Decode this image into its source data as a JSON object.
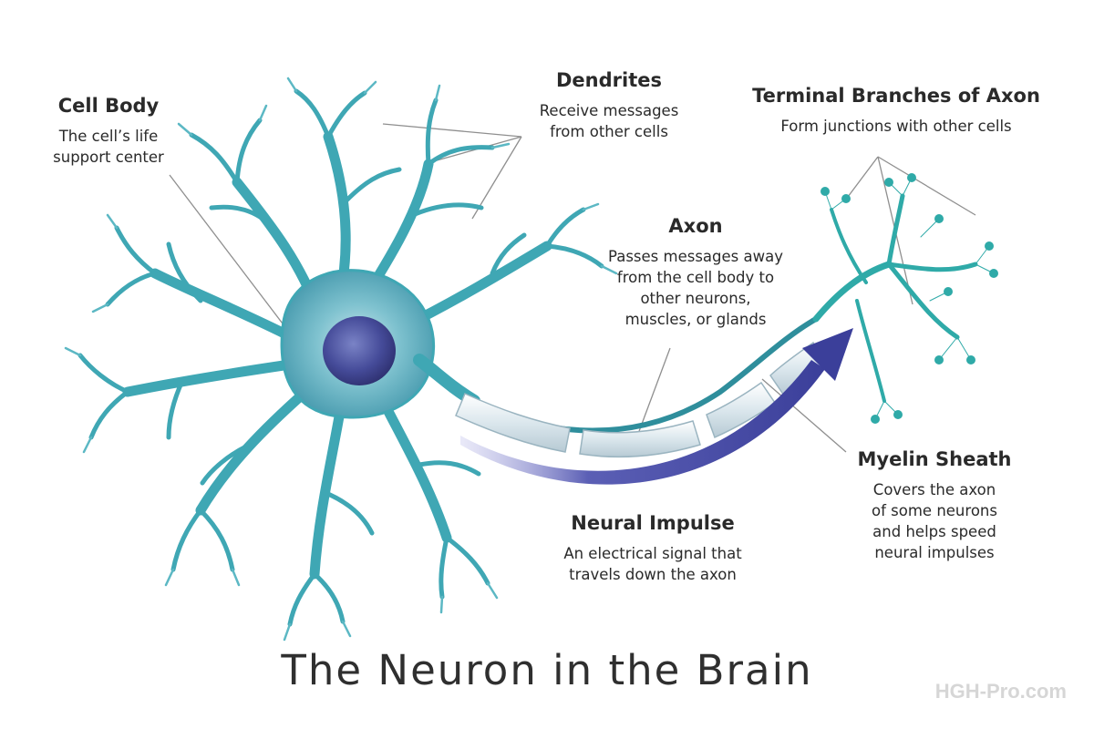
{
  "labels": {
    "cell_body": {
      "title": "Cell Body",
      "description": "The cell’s life\nsupport center"
    },
    "dendrites": {
      "title": "Dendrites",
      "description": "Receive messages\nfrom other cells"
    },
    "terminal_branches": {
      "title": "Terminal Branches of Axon",
      "description": "Form junctions with other cells"
    },
    "axon": {
      "title": "Axon",
      "description": "Passes messages away\nfrom the cell body to\nother neurons,\nmuscles, or glands"
    },
    "myelin_sheath": {
      "title": "Myelin Sheath",
      "description": "Covers the axon\nof some neurons\nand helps speed\nneural impulses"
    },
    "neural_impulse": {
      "title": "Neural Impulse",
      "description": "An electrical signal that\ntravels down the axon"
    }
  },
  "title": "The Neuron in the Brain",
  "watermark": "HGH-Pro.com",
  "colors": {
    "neuron_teal": "#3fa7b4",
    "neuron_dark": "#1f6f86",
    "nucleus": "#3c3f85",
    "myelin": "#dfe9ee",
    "impulse_arrow": "#3b3f9a",
    "leader_lines": "#8f8f8f"
  }
}
